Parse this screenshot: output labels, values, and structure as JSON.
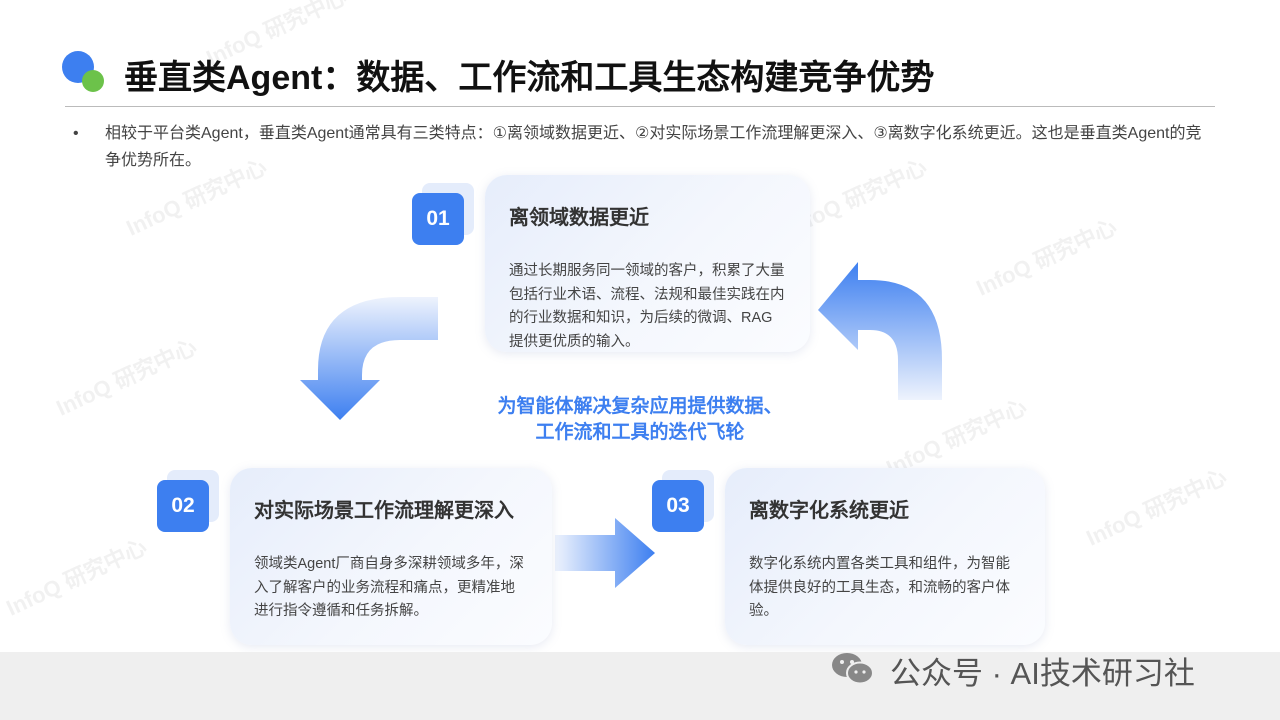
{
  "title": "垂直类Agent：数据、工作流和工具生态构建竞争优势",
  "bullet": "相较于平台类Agent，垂直类Agent通常具有三类特点：①离领域数据更近、②对实际场景工作流理解更深入、③离数字化系统更近。这也是垂直类Agent的竞争优势所在。",
  "cards": [
    {
      "num": "01",
      "heading": "离领域数据更近",
      "body": "通过长期服务同一领域的客户，积累了大量包括行业术语、流程、法规和最佳实践在内的行业数据和知识，为后续的微调、RAG提供更优质的输入。"
    },
    {
      "num": "02",
      "heading": "对实际场景工作流理解更深入",
      "body": "领域类Agent厂商自身多深耕领域多年，深入了解客户的业务流程和痛点，更精准地进行指令遵循和任务拆解。"
    },
    {
      "num": "03",
      "heading": "离数字化系统更近",
      "body": "数字化系统内置各类工具和组件，为智能体提供良好的工具生态，和流畅的客户体验。"
    }
  ],
  "center_line1": "为智能体解决复杂应用提供数据、",
  "center_line2": "工作流和工具的迭代飞轮",
  "footer": "公众号 · AI技术研习社",
  "watermark": "InfoQ 研究中心",
  "colors": {
    "accent": "#3d7ff0",
    "green": "#6cc24a"
  }
}
